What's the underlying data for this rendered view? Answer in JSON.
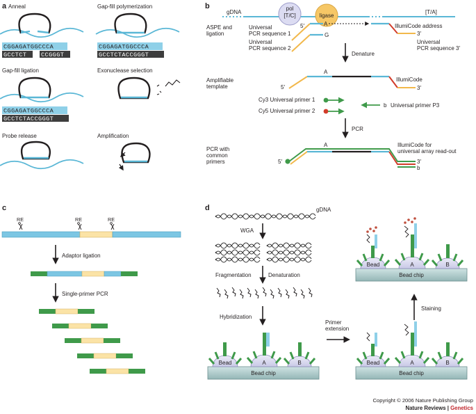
{
  "panel_a": {
    "letter": "a",
    "anneal": "Anneal",
    "gapfill_poly": "Gap-fill polymerization",
    "gapfill_lig": "Gap-fill ligation",
    "exo_sel": "Exonuclease selection",
    "probe_release": "Probe release",
    "amplification": "Amplification",
    "seq_top": "CGGAGATGGCCCA",
    "seq_bot_1": "GCCTCT",
    "seq_bot_2": "CCGGGT",
    "seq_bot_full": "GCCTCTACCGGGT"
  },
  "panel_b": {
    "letter": "b",
    "gdna": "gDNA",
    "pol": "pol",
    "tc": "[T/C]",
    "ligase": "ligase",
    "ta": "[T/A]",
    "aspe_1": "ASPE and",
    "aspe_2": "ligation",
    "upcr1_1": "Universal",
    "upcr1_2": "PCR sequence 1",
    "upcr2_1": "Universal",
    "upcr2_2": "PCR sequence 2",
    "five_prime": "5′",
    "three_prime": "3′",
    "base_a": "A",
    "base_g": "G",
    "illumicode_addr": "IllumiCode address",
    "upcr3_1": "Universal",
    "upcr3_2": "PCR sequence 3′",
    "denature": "Denature",
    "amp_1": "Amplifiable",
    "amp_2": "template",
    "illumicode": "IllumiCode",
    "cy3": "Cy3 Universal primer 1",
    "cy5": "Cy5 Universal primer 2",
    "b_letter": "b",
    "primer_p3": "Universal primer P3",
    "pcr": "PCR",
    "pcrc_1": "PCR with",
    "pcrc_2": "common",
    "pcrc_3": "primers",
    "illumicode_for_1": "IllumiCode for",
    "illumicode_for_2": "universal array read-out"
  },
  "panel_c": {
    "letter": "c",
    "re": "RE",
    "adaptor": "Adaptor ligation",
    "single_pcr": "Single-primer PCR"
  },
  "panel_d": {
    "letter": "d",
    "gdna": "gDNA",
    "wga": "WGA",
    "fragmentation": "Fragmentation",
    "denaturation": "Denaturation",
    "hybridization": "Hybridization",
    "primer_1": "Primer",
    "primer_2": "extension",
    "staining": "Staining",
    "bead": "Bead",
    "a": "A",
    "b": "B",
    "bead_chip": "Bead chip"
  },
  "footer": {
    "copyright": "Copyright © 2006 Nature Publishing Group",
    "nature_reviews": "Nature Reviews",
    "sep": " | ",
    "genetics": "Genetics"
  },
  "colors": {
    "blue": "#5ab7d6",
    "light_blue": "#8fd0e8",
    "orange": "#f2b84b",
    "yellow": "#fbe3a6",
    "red": "#d23c2a",
    "green": "#3f9a4a",
    "dark_gray": "#3d3d3d",
    "chip": "#b5cfcf",
    "bead": "#dcdcf2"
  }
}
